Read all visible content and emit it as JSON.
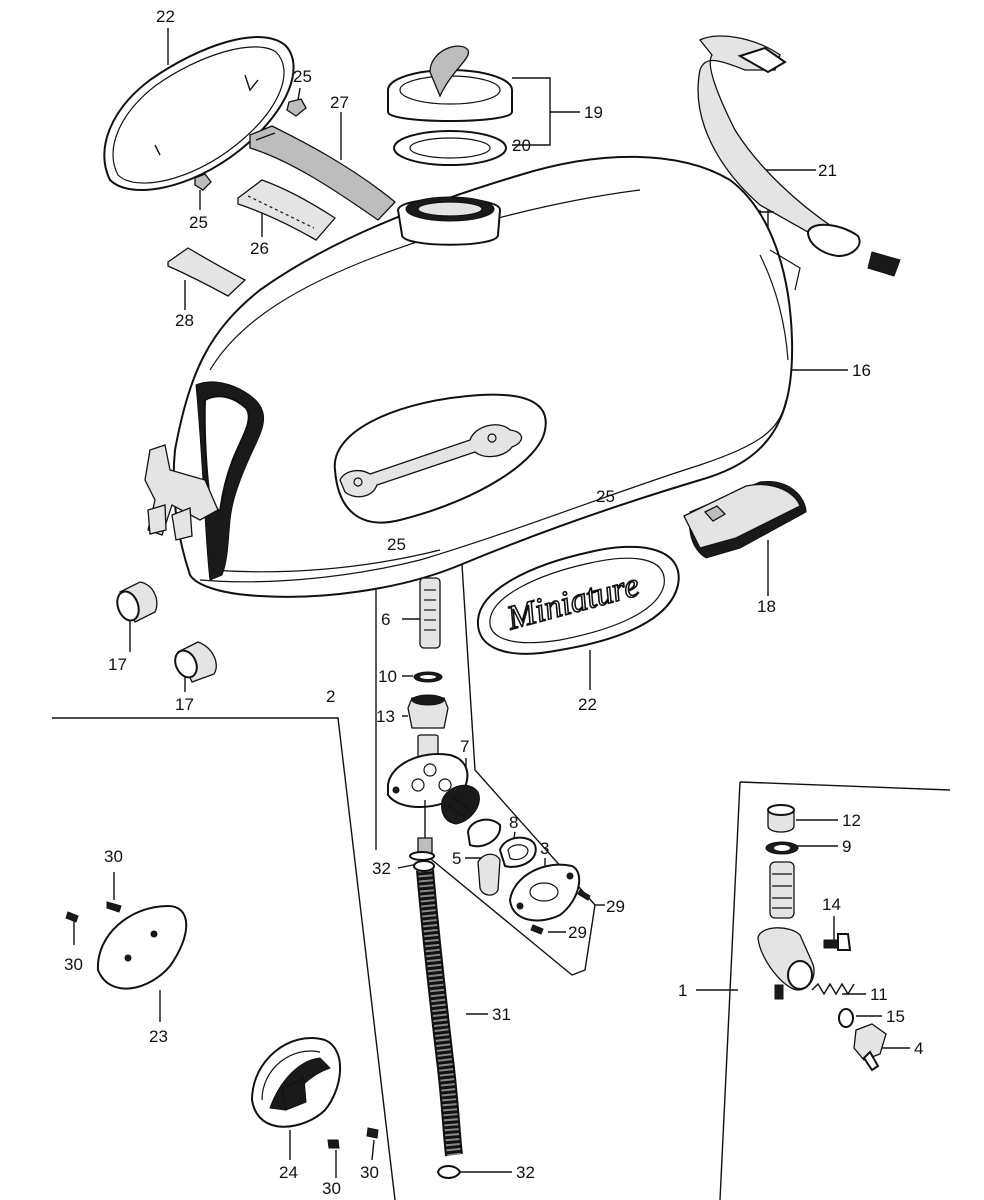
{
  "diagram": {
    "callouts": [
      "22",
      "25",
      "27",
      "19",
      "20",
      "21",
      "25",
      "26",
      "28",
      "16",
      "25",
      "18",
      "25",
      "6",
      "17",
      "10",
      "17",
      "2",
      "13",
      "22",
      "7",
      "8",
      "5",
      "3",
      "32",
      "29",
      "29",
      "12",
      "9",
      "14",
      "1",
      "11",
      "15",
      "4",
      "30",
      "30",
      "23",
      "31",
      "24",
      "30",
      "30",
      "32"
    ],
    "emblem_text": "Miniature"
  }
}
